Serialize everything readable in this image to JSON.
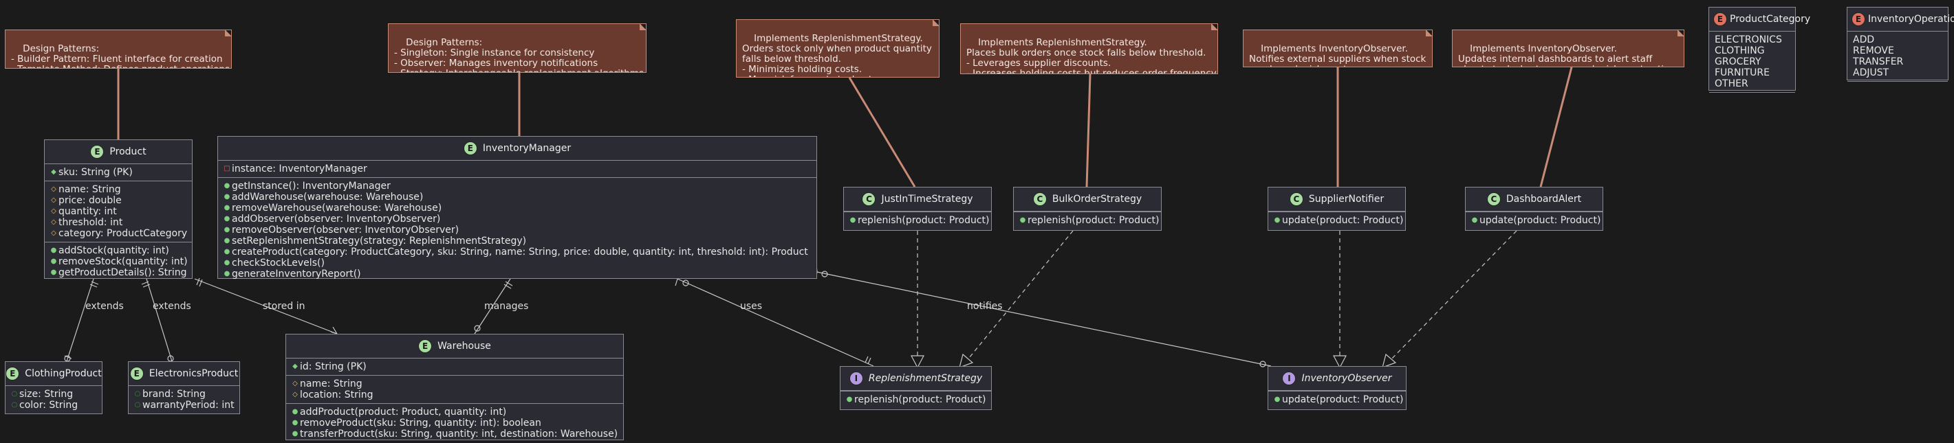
{
  "notes": [
    {
      "id": "note-product",
      "text": "Design Patterns:\n- Builder Pattern: Fluent interface for creation\n- Template Method: Defines product operations"
    },
    {
      "id": "note-manager",
      "text": "Design Patterns:\n- Singleton: Single instance for consistency\n- Observer: Manages inventory notifications\n- Strategy: Interchangeable replenishment algorithms"
    },
    {
      "id": "note-jit",
      "text": "Implements ReplenishmentStrategy.\nOrders stock only when product quantity\nfalls below threshold.\n- Minimizes holding costs.\n- May risk frequent stockouts."
    },
    {
      "id": "note-bulk",
      "text": "Implements ReplenishmentStrategy.\nPlaces bulk orders once stock falls below threshold.\n- Leverages supplier discounts.\n- Increases holding costs but reduces order frequency."
    },
    {
      "id": "note-supplier",
      "text": "Implements InventoryObserver.\nNotifies external suppliers when stock\nneeds replenishment."
    },
    {
      "id": "note-dashboard",
      "text": "Implements InventoryObserver.\nUpdates internal dashboards to alert staff\nabout stock shortages or replenishment actions."
    }
  ],
  "classes": {
    "product": {
      "badge": "E",
      "name": "Product",
      "fields": [
        {
          "vis": "pub",
          "text": "sku: String (PK)"
        }
      ],
      "attrs": [
        {
          "vis": "prot",
          "text": "name: String"
        },
        {
          "vis": "prot",
          "text": "price: double"
        },
        {
          "vis": "prot",
          "text": "quantity: int"
        },
        {
          "vis": "prot",
          "text": "threshold: int"
        },
        {
          "vis": "prot",
          "text": "category: ProductCategory"
        }
      ],
      "methods": [
        {
          "vis": "pub",
          "text": "addStock(quantity: int)"
        },
        {
          "vis": "pub",
          "text": "removeStock(quantity: int)"
        },
        {
          "vis": "pub",
          "text": "getProductDetails(): String"
        }
      ]
    },
    "manager": {
      "badge": "E",
      "name": "InventoryManager",
      "fields": [
        {
          "vis": "priv",
          "text": "instance: InventoryManager"
        }
      ],
      "methods": [
        {
          "vis": "pub",
          "text": "getInstance(): InventoryManager"
        },
        {
          "vis": "pub",
          "text": "addWarehouse(warehouse: Warehouse)"
        },
        {
          "vis": "pub",
          "text": "removeWarehouse(warehouse: Warehouse)"
        },
        {
          "vis": "pub",
          "text": "addObserver(observer: InventoryObserver)"
        },
        {
          "vis": "pub",
          "text": "removeObserver(observer: InventoryObserver)"
        },
        {
          "vis": "pub",
          "text": "setReplenishmentStrategy(strategy: ReplenishmentStrategy)"
        },
        {
          "vis": "pub",
          "text": "createProduct(category: ProductCategory, sku: String, name: String, price: double, quantity: int, threshold: int): Product"
        },
        {
          "vis": "pub",
          "text": "checkStockLevels()"
        },
        {
          "vis": "pub",
          "text": "generateInventoryReport()"
        }
      ]
    },
    "jit": {
      "badge": "C",
      "name": "JustInTimeStrategy",
      "methods": [
        {
          "vis": "pub",
          "text": "replenish(product: Product)"
        }
      ]
    },
    "bulk": {
      "badge": "C",
      "name": "BulkOrderStrategy",
      "methods": [
        {
          "vis": "pub",
          "text": "replenish(product: Product)"
        }
      ]
    },
    "supplier": {
      "badge": "C",
      "name": "SupplierNotifier",
      "methods": [
        {
          "vis": "pub",
          "text": "update(product: Product)"
        }
      ]
    },
    "dashboard": {
      "badge": "C",
      "name": "DashboardAlert",
      "methods": [
        {
          "vis": "pub",
          "text": "update(product: Product)"
        }
      ]
    },
    "clothing": {
      "badge": "E",
      "name": "ClothingProduct",
      "fields": [
        {
          "vis": "pubo",
          "text": "size: String"
        },
        {
          "vis": "pubo",
          "text": "color: String"
        }
      ]
    },
    "electronics": {
      "badge": "E",
      "name": "ElectronicsProduct",
      "fields": [
        {
          "vis": "pubo",
          "text": "brand: String"
        },
        {
          "vis": "pubo",
          "text": "warrantyPeriod: int"
        }
      ]
    },
    "warehouse": {
      "badge": "E",
      "name": "Warehouse",
      "fields": [
        {
          "vis": "pub",
          "text": "id: String (PK)"
        }
      ],
      "attrs": [
        {
          "vis": "prot",
          "text": "name: String"
        },
        {
          "vis": "prot",
          "text": "location: String"
        }
      ],
      "methods": [
        {
          "vis": "pub",
          "text": "addProduct(product: Product, quantity: int)"
        },
        {
          "vis": "pub",
          "text": "removeProduct(sku: String, quantity: int): boolean"
        },
        {
          "vis": "pub",
          "text": "transferProduct(sku: String, quantity: int, destination: Warehouse)"
        }
      ]
    },
    "strategy": {
      "badge": "I",
      "name": "ReplenishmentStrategy",
      "methods": [
        {
          "vis": "pub",
          "text": "replenish(product: Product)"
        }
      ]
    },
    "observer": {
      "badge": "I",
      "name": "InventoryObserver",
      "methods": [
        {
          "vis": "pub",
          "text": "update(product: Product)"
        }
      ]
    },
    "category": {
      "badge": "E",
      "name": "ProductCategory",
      "values": [
        "ELECTRONICS",
        "CLOTHING",
        "GROCERY",
        "FURNITURE",
        "OTHER"
      ]
    },
    "operation": {
      "badge": "E",
      "name": "InventoryOperation",
      "values": [
        "ADD",
        "REMOVE",
        "TRANSFER",
        "ADJUST"
      ]
    }
  },
  "relations": {
    "extends_1": "extends",
    "extends_2": "extends",
    "stored_in": "stored in",
    "manages": "manages",
    "uses": "uses",
    "notifies": "notifies"
  },
  "colors": {
    "entity_badge": "#a9dca0",
    "class_badge": "#a9dca0",
    "interface_badge": "#b49ae0",
    "enum_badge": "#e07060",
    "note_bg": "#6b3a2e",
    "line": "#c8c8c8"
  }
}
